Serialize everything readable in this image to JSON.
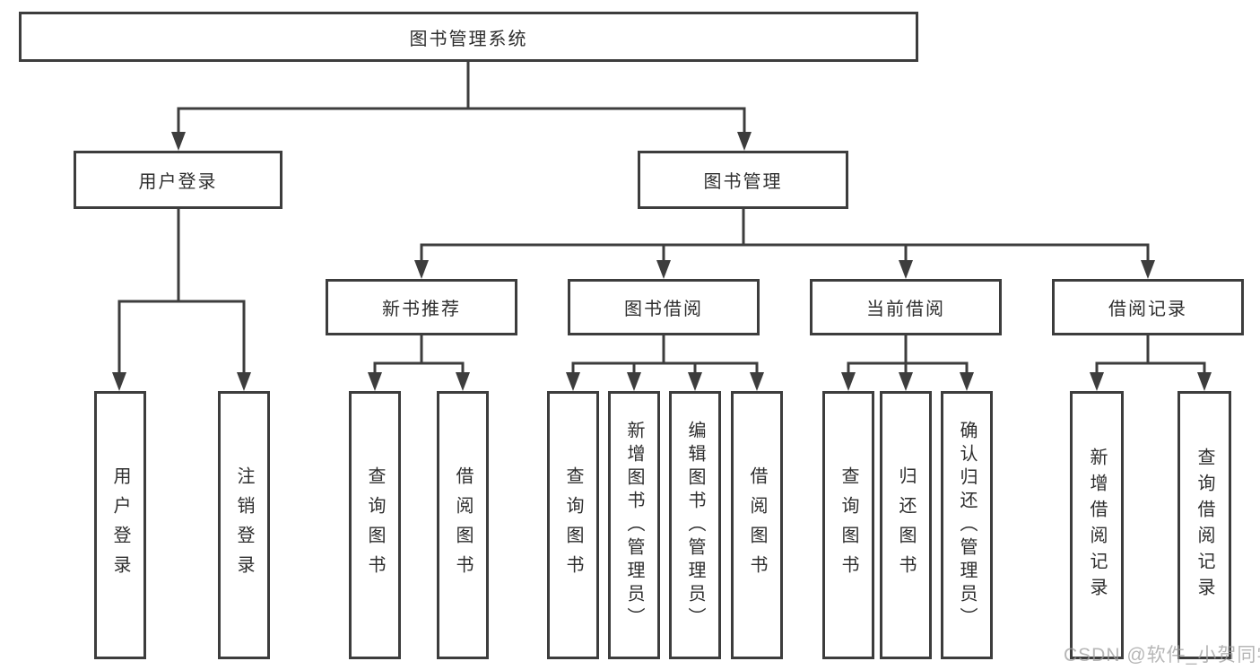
{
  "diagram": {
    "colors": {
      "line": "#3d3d3d",
      "border": "#3d3d3d",
      "text": "#2e2e2e",
      "background": "#ffffff",
      "watermark": "#9e9e9e"
    },
    "nodes": {
      "root": "图书管理系统",
      "user_login": "用户登录",
      "book_mgmt": "图书管理",
      "new_book_rec": "新书推荐",
      "book_borrow": "图书借阅",
      "current_borrow": "当前借阅",
      "borrow_record": "借阅记录",
      "leaf_user_login": "用户登录",
      "leaf_logout": "注销登录",
      "leaf_query_book_1": "查询图书",
      "leaf_borrow_book_1": "借阅图书",
      "leaf_query_book_2": "查询图书",
      "leaf_add_book": "新增图书（管理员）",
      "leaf_edit_book": "编辑图书（管理员）",
      "leaf_borrow_book_2": "借阅图书",
      "leaf_query_book_3": "查询图书",
      "leaf_return_book": "归还图书",
      "leaf_confirm_return": "确认归还（管理员）",
      "leaf_add_record": "新增借阅记录",
      "leaf_query_record": "查询借阅记录"
    },
    "hierarchy": {
      "图书管理系统": [
        "用户登录",
        "图书管理"
      ],
      "用户登录": [
        "用户登录",
        "注销登录"
      ],
      "图书管理": [
        "新书推荐",
        "图书借阅",
        "当前借阅",
        "借阅记录"
      ],
      "新书推荐": [
        "查询图书",
        "借阅图书"
      ],
      "图书借阅": [
        "查询图书",
        "新增图书（管理员）",
        "编辑图书（管理员）",
        "借阅图书"
      ],
      "当前借阅": [
        "查询图书",
        "归还图书",
        "确认归还（管理员）"
      ],
      "借阅记录": [
        "新增借阅记录",
        "查询借阅记录"
      ]
    },
    "watermark": "CSDN @软件_小贺同学"
  }
}
